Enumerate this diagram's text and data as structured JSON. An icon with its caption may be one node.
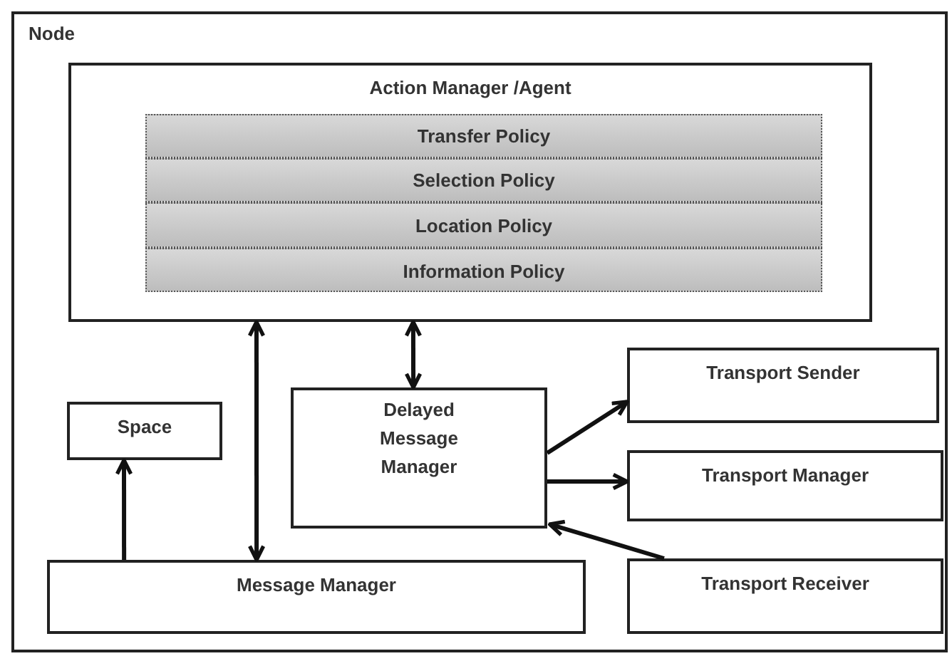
{
  "diagram": {
    "nodes": [
      {
        "text": [
          "Node"
        ]
      },
      {
        "text": [
          "Action Manager /Agent"
        ],
        "in": 0
      },
      {
        "text": [
          "Transfer Policy"
        ],
        "in": 1
      },
      {
        "text": [
          "Selection Policy"
        ],
        "in": 1
      },
      {
        "text": [
          "Location Policy"
        ],
        "in": 1
      },
      {
        "text": [
          "Information Policy"
        ],
        "in": 1
      },
      {
        "text": [
          "Space"
        ],
        "in": 0
      },
      {
        "text": [
          "Delayed Message Manager"
        ],
        "in": 0
      },
      {
        "text": [
          "Transport Sender"
        ],
        "in": 0
      },
      {
        "text": [
          "Transport Manager"
        ],
        "in": 0
      },
      {
        "text": [
          "Transport Receiver"
        ],
        "in": 0
      },
      {
        "text": [
          "Message Manager"
        ],
        "in": 0
      }
    ],
    "edges": [
      {
        "from": 1,
        "to": 11,
        "arrow": "both"
      },
      {
        "from": 1,
        "to": 7,
        "arrow": "both"
      },
      {
        "from": 11,
        "to": 6,
        "arrow": "to"
      },
      {
        "from": 7,
        "to": 8,
        "arrow": "to"
      },
      {
        "from": 7,
        "to": 9,
        "arrow": "to"
      },
      {
        "from": 10,
        "to": 7,
        "arrow": "to"
      }
    ]
  }
}
